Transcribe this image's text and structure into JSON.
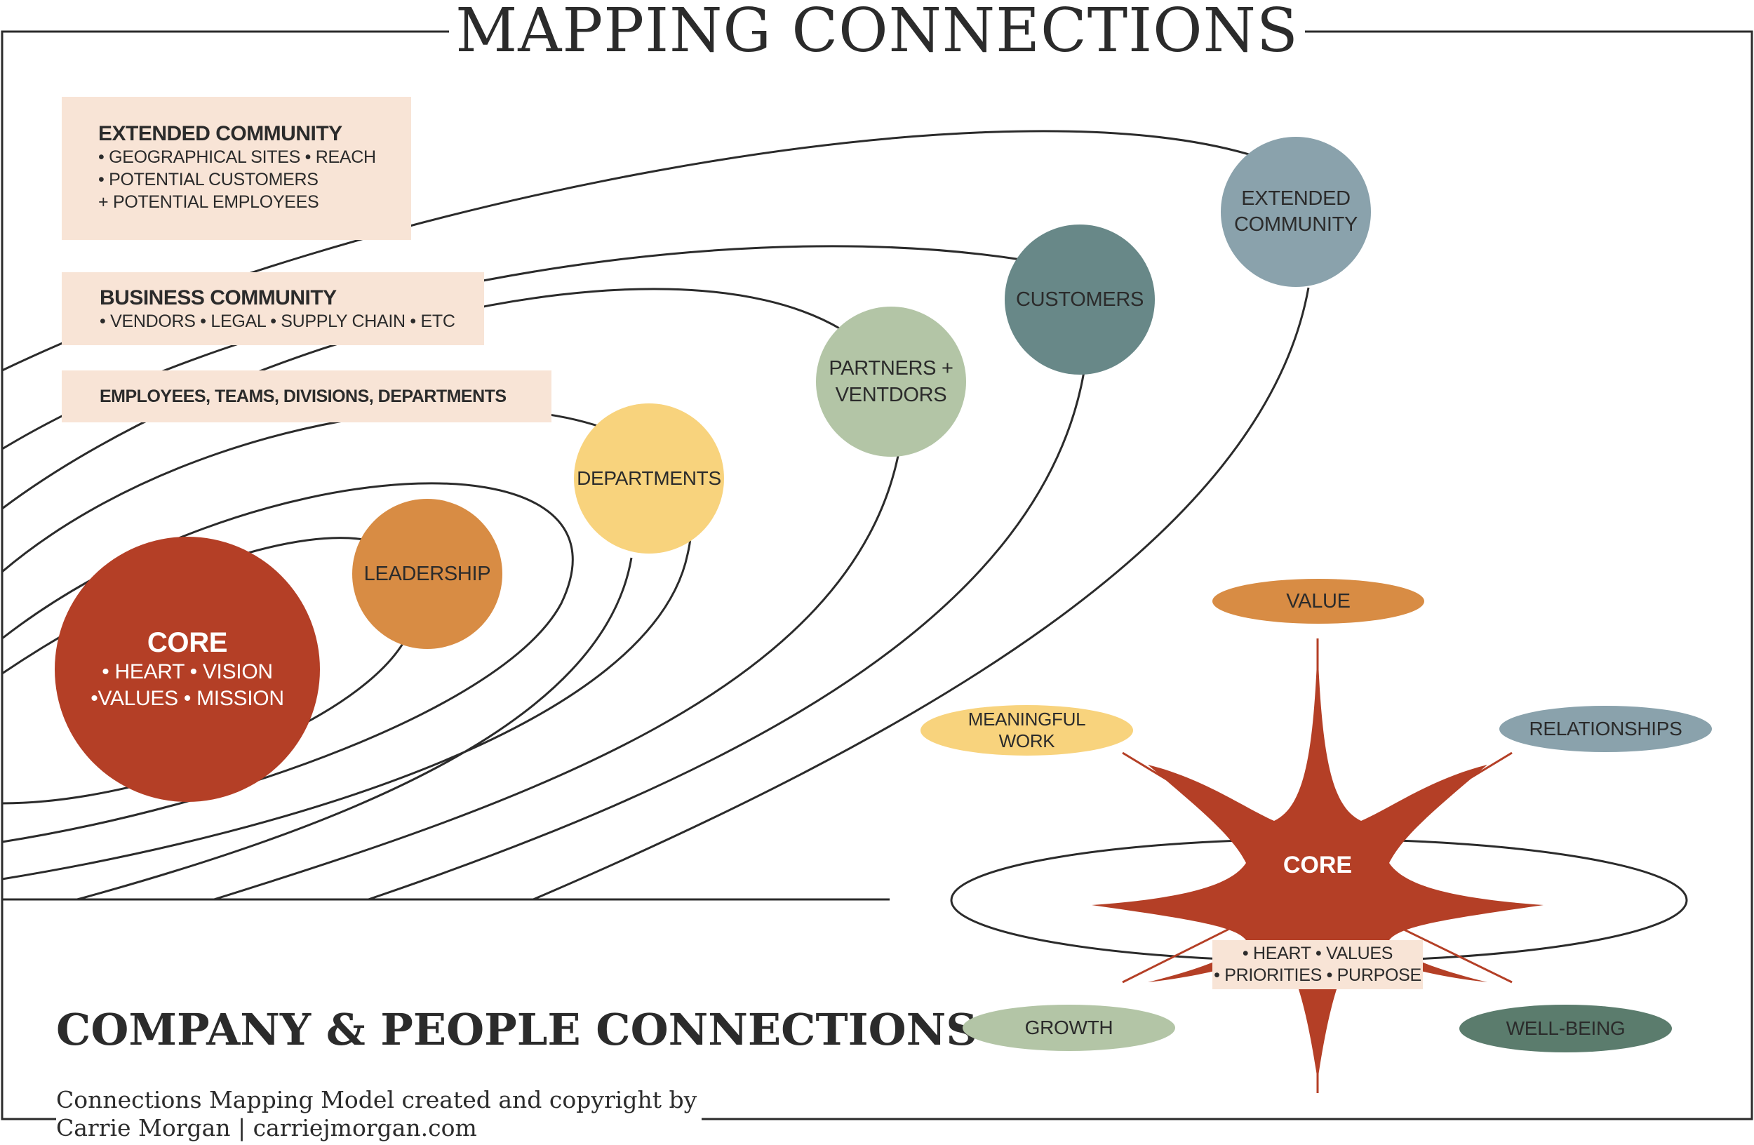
{
  "title": "MAPPING CONNECTIONS",
  "subtitle": "COMPANY & PEOPLE CONNECTIONS",
  "credit": {
    "line1": "Connections Mapping Model created and copyright by",
    "line2": "Carrie Morgan | carriejmorgan.com"
  },
  "colors": {
    "core_red": "#b43f26",
    "leadership_orange": "#d88c44",
    "departments_yellow": "#f8d37d",
    "partners_green": "#b3c5a6",
    "customers_teal": "#688888",
    "extended_blue": "#8aa2ac",
    "wellbeing_green": "#5b7c6d",
    "label_bg": "#f8e4d6",
    "ink": "#2b2b2b"
  },
  "label_boxes": {
    "extended": {
      "heading": "EXTENDED COMMUNITY",
      "lines": [
        "• GEOGRAPHICAL SITES • REACH",
        "• POTENTIAL CUSTOMERS",
        "+ POTENTIAL EMPLOYEES"
      ]
    },
    "business": {
      "heading": "BUSINESS COMMUNITY",
      "lines": [
        "• VENDORS • LEGAL • SUPPLY CHAIN • ETC"
      ]
    },
    "employees": {
      "heading": "EMPLOYEES, TEAMS, DIVISIONS, DEPARTMENTS"
    }
  },
  "rings": {
    "core": {
      "title": "CORE",
      "lines": [
        "• HEART • VISION",
        "•VALUES • MISSION"
      ]
    },
    "leadership": {
      "lines": [
        "LEADERSHIP"
      ]
    },
    "departments": {
      "lines": [
        "DEPARTMENTS"
      ]
    },
    "partners": {
      "lines": [
        "PARTNERS +",
        "VENTDORS"
      ]
    },
    "customers": {
      "lines": [
        "CUSTOMERS"
      ]
    },
    "extended": {
      "lines": [
        "EXTENDED",
        "COMMUNITY"
      ]
    }
  },
  "star": {
    "center": "CORE",
    "values_box": [
      "• HEART • VALUES",
      "• PRIORITIES • PURPOSE"
    ],
    "nodes": {
      "value": {
        "lines": [
          "VALUE"
        ]
      },
      "meaningful": {
        "lines": [
          "MEANINGFUL",
          "WORK"
        ]
      },
      "relationships": {
        "lines": [
          "RELATIONSHIPS"
        ]
      },
      "growth": {
        "lines": [
          "GROWTH"
        ]
      },
      "wellbeing": {
        "lines": [
          "WELL-BEING"
        ]
      }
    }
  }
}
